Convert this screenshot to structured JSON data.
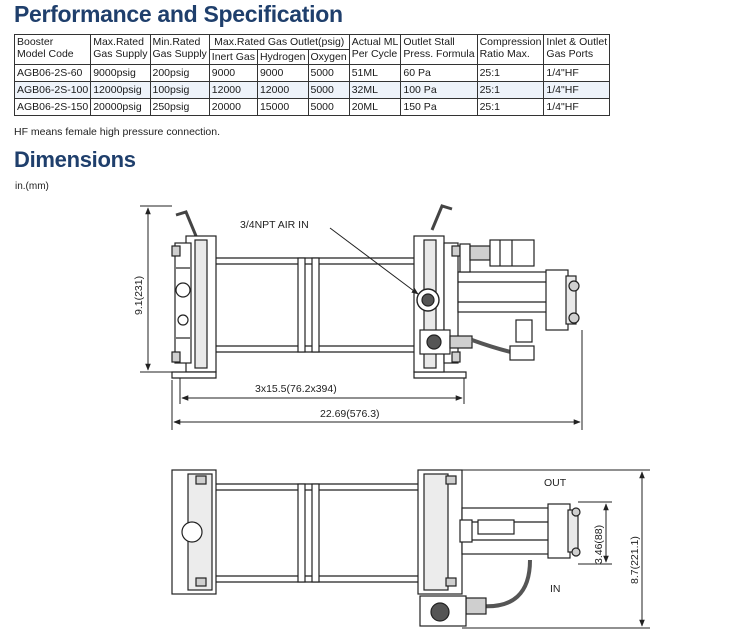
{
  "headings": {
    "performance": "Performance and Specification",
    "dimensions": "Dimensions"
  },
  "table": {
    "headers": {
      "model": [
        "Booster",
        "Model Code"
      ],
      "supply_max": [
        "Max.Rated",
        "Gas Supply"
      ],
      "supply_min": [
        "Min.Rated",
        "Gas Supply"
      ],
      "outlet_group": "Max.Rated Gas Outlet(psig)",
      "outlet_sub": [
        "Inert Gas",
        "Hydrogen",
        "Oxygen"
      ],
      "actual": [
        "Actual ML",
        "Per Cycle"
      ],
      "stall": [
        "Outlet Stall",
        "Press. Formula"
      ],
      "ratio": [
        "Compression",
        "Ratio Max."
      ],
      "ports": [
        "Inlet & Outlet",
        "Gas Ports"
      ]
    },
    "rows": [
      {
        "model": "AGB06-2S-60",
        "supply_max": "9000psig",
        "supply_min": "200psig",
        "inert": "9000",
        "hydrogen": "9000",
        "oxygen": "5000",
        "actual": "51ML",
        "stall": "60 Pa",
        "ratio": "25:1",
        "ports": "1/4\"HF"
      },
      {
        "model": "AGB06-2S-100",
        "supply_max": "12000psig",
        "supply_min": "100psig",
        "inert": "12000",
        "hydrogen": "12000",
        "oxygen": "5000",
        "actual": "32ML",
        "stall": "100 Pa",
        "ratio": "25:1",
        "ports": "1/4\"HF"
      },
      {
        "model": "AGB06-2S-150",
        "supply_max": "20000psig",
        "supply_min": "250psig",
        "inert": "20000",
        "hydrogen": "15000",
        "oxygen": "5000",
        "actual": "20ML",
        "stall": "150 Pa",
        "ratio": "25:1",
        "ports": "1/4\"HF"
      }
    ]
  },
  "note": "HF means female high pressure connection.",
  "units": "in.(mm)",
  "drawing": {
    "air_in_label": "3/4NPT AIR IN",
    "height_label": "9.1(231)",
    "spacing_label": "3x15.5(76.2x394)",
    "length_label": "22.69(576.3)",
    "out_label": "OUT",
    "in_label": "IN",
    "port_gap_label": "3.46(88)",
    "depth_label": "8.7(221.1)"
  }
}
